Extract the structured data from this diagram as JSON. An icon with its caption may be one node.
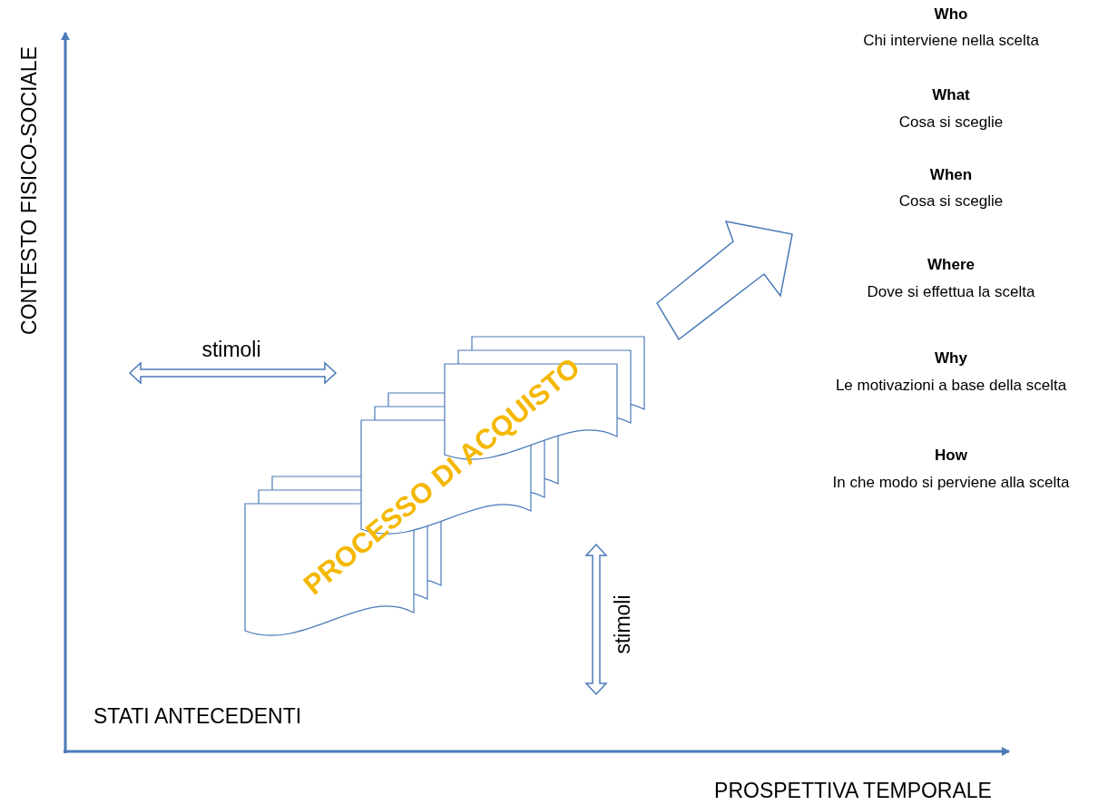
{
  "diagram": {
    "labels": [
      "Who",
      "Chi interviene nella scelta",
      "What",
      "Cosa si sceglie",
      "When",
      "Cosa si sceglie",
      "Where",
      "Dove si effettua la scelta",
      "Why",
      "Le motivazioni a base della scelta",
      "How",
      "In che modo si perviene alla scelta",
      "CONTESTO FISICO-SOCIALE",
      "stimoli",
      "PROCESSO DI ACQUISTO",
      "stimoli",
      "STATI ANTECEDENTI",
      "PROSPETTIVA TEMPORALE"
    ]
  }
}
